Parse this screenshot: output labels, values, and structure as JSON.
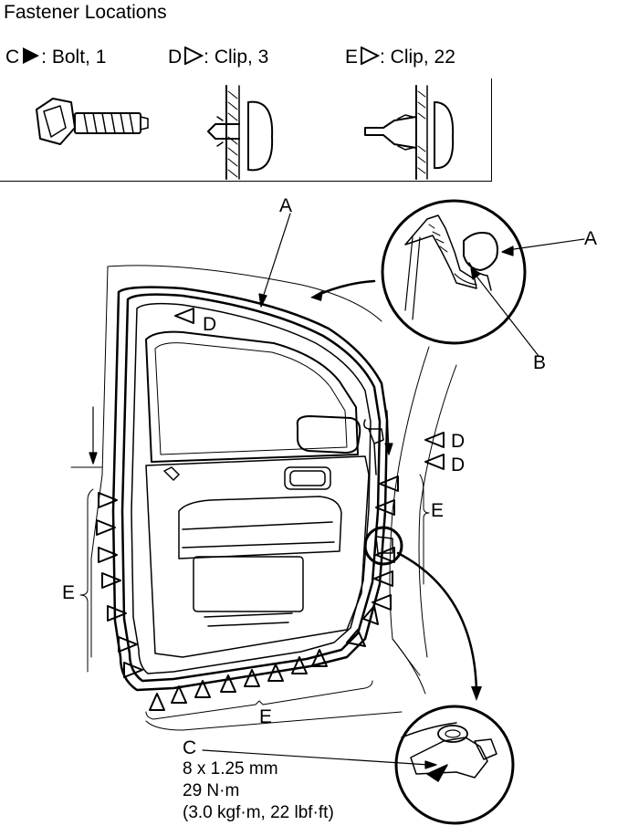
{
  "title": "Fastener Locations",
  "legend": [
    {
      "letter": "C",
      "symbol": "filled-triangle",
      "text": ": Bolt, 1"
    },
    {
      "letter": "D",
      "symbol": "open-triangle",
      "text": ": Clip, 3"
    },
    {
      "letter": "E",
      "symbol": "open-triangle",
      "text": ": Clip, 22"
    }
  ],
  "callouts": {
    "a_main": "A",
    "a_detail": "A",
    "b_detail": "B",
    "d_upper": "D",
    "d_right1": "D",
    "d_right2": "D",
    "e_left": "E",
    "e_right": "E",
    "e_bottom": "E",
    "c_bolt": "C"
  },
  "bolt_spec": {
    "size": "8 x 1.25 mm",
    "torque": "29 N·m",
    "torque_alt": "(3.0 kgf·m, 22 lbf·ft)"
  }
}
